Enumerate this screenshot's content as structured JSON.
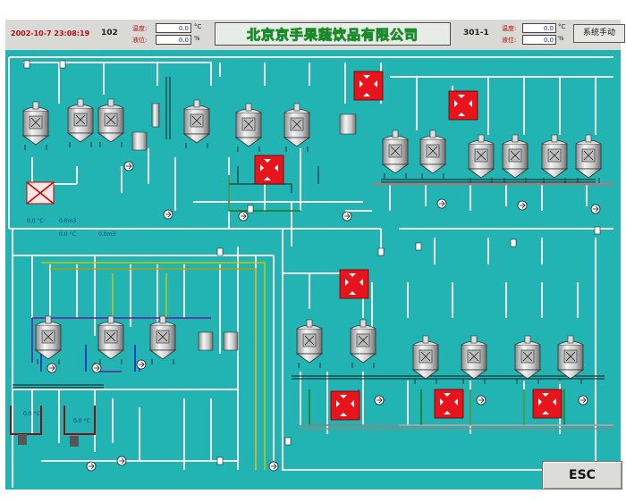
{
  "header": {
    "datetime": "2002-10-7 23:08:19",
    "counter": "102",
    "left_temp_label": "温度:",
    "left_temp_value": "0.0",
    "left_temp_unit": "°C",
    "left_level_label": "液位:",
    "left_level_value": "0.0",
    "left_level_unit": "%",
    "company_title": "北京京手果蔬饮品有限公司",
    "line_code": "301-1",
    "right_temp_label": "温度:",
    "right_temp_value": "0.0",
    "right_temp_unit": "°C",
    "right_level_label": "液位:",
    "right_level_value": "0.0",
    "right_level_unit": "%",
    "mode_button": "系统手动"
  },
  "readouts": {
    "r1": "0.0 °C",
    "r2": "0.0m3",
    "r3": "0.0 °C",
    "r4": "0.0m3",
    "r5": "0.0 °C",
    "r6": "0.0 °C"
  },
  "footer": {
    "esc_label": "ESC"
  },
  "colors": {
    "canvas": "#22b3b3",
    "pipe": "#f0f0f0",
    "valve_red": "#e8141c",
    "pipe_green": "#1a7a1a",
    "pipe_yellow": "#c8c800",
    "pipe_purple": "#6a1aa8"
  }
}
